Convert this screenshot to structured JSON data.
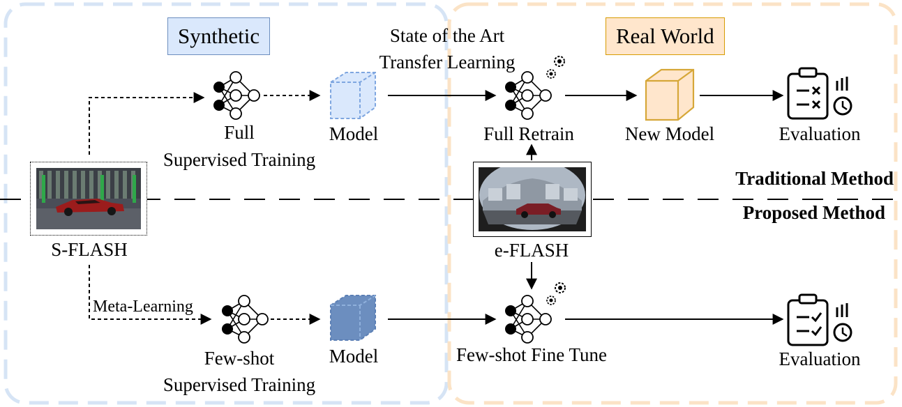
{
  "regions": {
    "synthetic": {
      "label": "Synthetic",
      "fill": "#dae8fc",
      "border": "#6c8ebf"
    },
    "real_world": {
      "label": "Real World",
      "fill": "#ffe6cc",
      "border": "#d79b00"
    }
  },
  "top_row": {
    "sota_line1": "State of the Art",
    "sota_line2": "Transfer Learning",
    "full_training_line1": "Full",
    "full_training_line2": "Supervised Training",
    "synthetic_model": "Model",
    "full_retrain": "Full Retrain",
    "new_model": "New Model",
    "evaluation": "Evaluation"
  },
  "bottom_row": {
    "meta_learning": "Meta-Learning",
    "fewshot_training_line1": "Few-shot",
    "fewshot_training_line2": "Supervised Training",
    "model": "Model",
    "fewshot_fine_tune": "Few-shot Fine Tune",
    "evaluation": "Evaluation"
  },
  "datasets": {
    "synthetic": "S-FLASH",
    "real": "e-FLASH"
  },
  "divider": {
    "top_label": "Traditional Method",
    "bottom_label": "Proposed Method"
  },
  "icons": {
    "neural_network": "neural-network-icon",
    "gear": "gear-icon",
    "model_cube": "cube-icon",
    "evaluation_fail": "clipboard-x-icon",
    "evaluation_pass": "clipboard-check-icon",
    "chart_clock": "chart-clock-icon"
  },
  "colors": {
    "light_model": "#dae8fc",
    "light_model_stroke": "#7ea6e0",
    "dark_model": "#6c8ebf",
    "new_model_fill": "#ffe6cc",
    "new_model_stroke": "#d6a738"
  }
}
